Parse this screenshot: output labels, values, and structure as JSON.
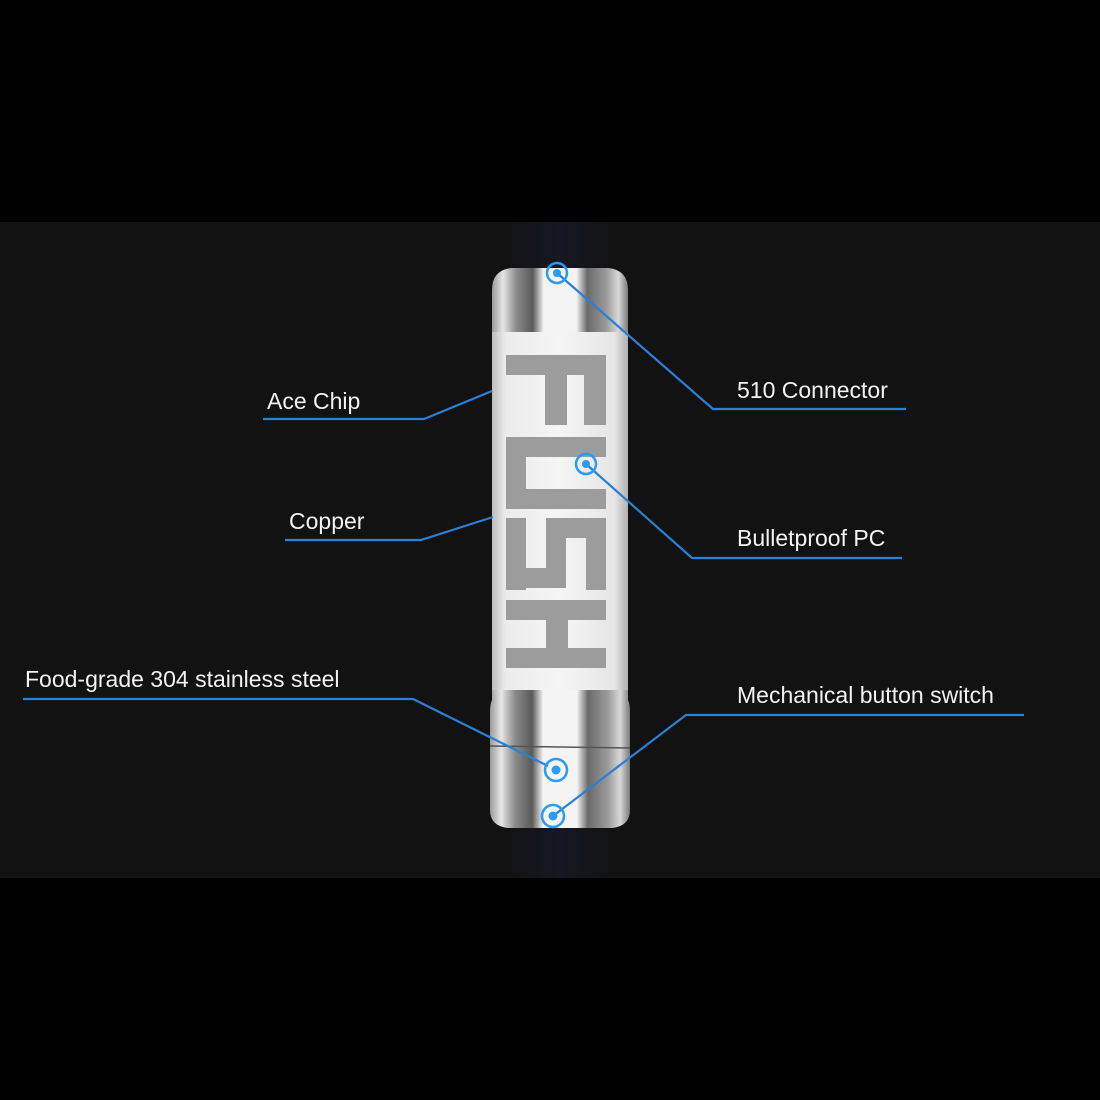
{
  "product": {
    "name": "Fush tube mod",
    "logo_text": "FUSH",
    "colors": {
      "background_outer": "#000000",
      "background_panel": "#121212",
      "callout_line": "#2b7fd4",
      "callout_dot": "#2b9af3",
      "label_text": "#f2f2f2"
    }
  },
  "callouts": {
    "ace_chip": {
      "label": "Ace Chip",
      "side": "left"
    },
    "copper": {
      "label": "Copper",
      "side": "left"
    },
    "stainless": {
      "label": "Food-grade 304 stainless steel",
      "side": "left"
    },
    "connector": {
      "label": "510 Connector",
      "side": "right"
    },
    "bulletproof": {
      "label": "Bulletproof PC",
      "side": "right"
    },
    "button": {
      "label": "Mechanical button switch",
      "side": "right"
    }
  }
}
